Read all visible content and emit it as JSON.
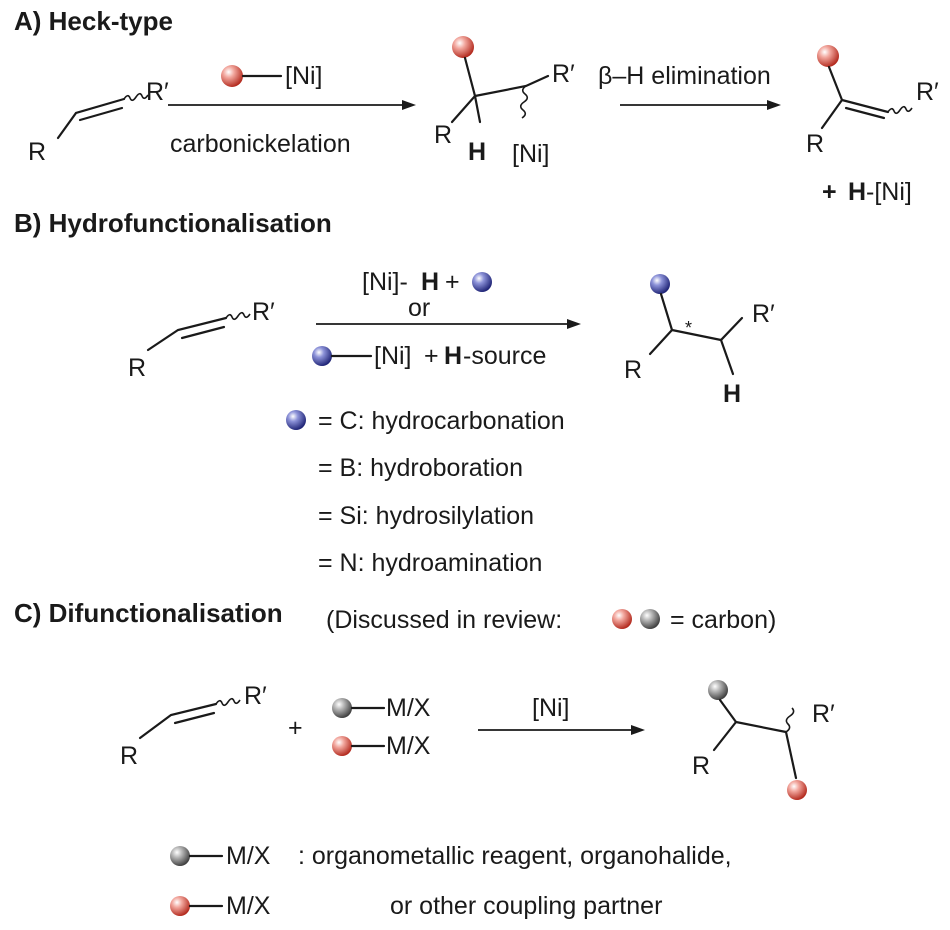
{
  "section_a": {
    "header": "A) Heck-type",
    "r_prime": "R′",
    "r": "R",
    "reagent": "[Ni]",
    "step1": "carbonickelation",
    "h": "H",
    "ni": "[Ni]",
    "step2": "β–H elimination",
    "coproduct_plus": "+",
    "coproduct_h": "H",
    "coproduct_ni": "-[Ni]"
  },
  "section_b": {
    "header": "B) Hydrofunctionalisation",
    "r_prime": "R′",
    "r": "R",
    "reagent_ni": "[Ni]-",
    "reagent_h": "H",
    "reagent_plus": "+",
    "or": "or",
    "alt_ni": "[Ni]",
    "alt_plus": "+",
    "alt_h": "H",
    "alt_source": "-source",
    "stereo": "*",
    "h": "H",
    "legend": [
      "= C: hydrocarbonation",
      "= B: hydroboration",
      "= Si: hydrosilylation",
      "= N: hydroamination"
    ]
  },
  "section_c": {
    "header": "C) Difunctionalisation",
    "note_prefix": "(Discussed in review:",
    "note_suffix": "= carbon)",
    "r_prime": "R′",
    "r": "R",
    "plus": "+",
    "reagent1": "M/X",
    "reagent2": "M/X",
    "catalyst": "[Ni]",
    "footer_mx1": "M/X",
    "footer_mx2": "M/X",
    "footer_line1": ": organometallic reagent, organohalide,",
    "footer_line2": "or other coupling partner"
  },
  "colors": {
    "red_ball": "#c83a2e",
    "blue_ball": "#2e3488",
    "grey_ball": "#555555"
  }
}
